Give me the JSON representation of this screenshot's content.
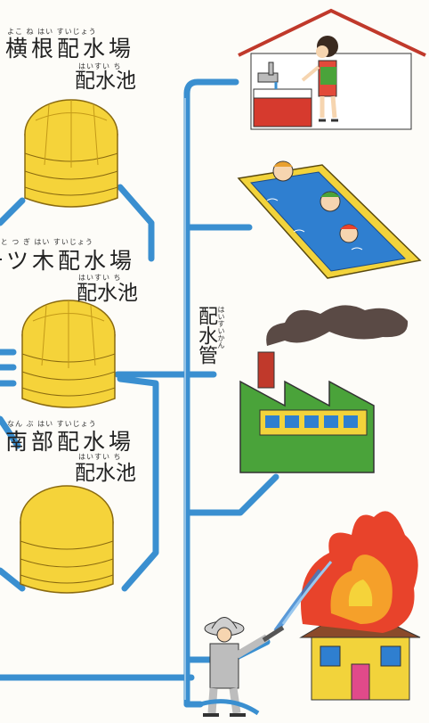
{
  "stations": [
    {
      "name": "横根配水場",
      "name_ruby": "よこ ね はい すいじょう",
      "reservoir": "配水池",
      "reservoir_ruby": "はいすい ち"
    },
    {
      "name": "一ツ木配水場",
      "name_ruby": "ひと つ ぎ はい すいじょう",
      "reservoir": "配水池",
      "reservoir_ruby": "はいすい ち"
    },
    {
      "name": "南部配水場",
      "name_ruby": "なん ぶ はい すいじょう",
      "reservoir": "配水池",
      "reservoir_ruby": "はいすい ち"
    }
  ],
  "pipe_label": "配水管",
  "pipe_label_ruby": "はいすいかん",
  "colors": {
    "pipe": "#3a8fd0",
    "tank": "#f5d33a",
    "house_roof": "#c0392b",
    "pool_frame": "#f2d33b",
    "pool_water": "#2f7fd0",
    "factory": "#4aa33a",
    "smoke": "#5a4a45",
    "fire": "#e8432b"
  },
  "icons": [
    "house-icon",
    "faucet-icon",
    "pool-icon",
    "factory-icon",
    "fire-hydrant-icon",
    "firefighter-icon"
  ]
}
